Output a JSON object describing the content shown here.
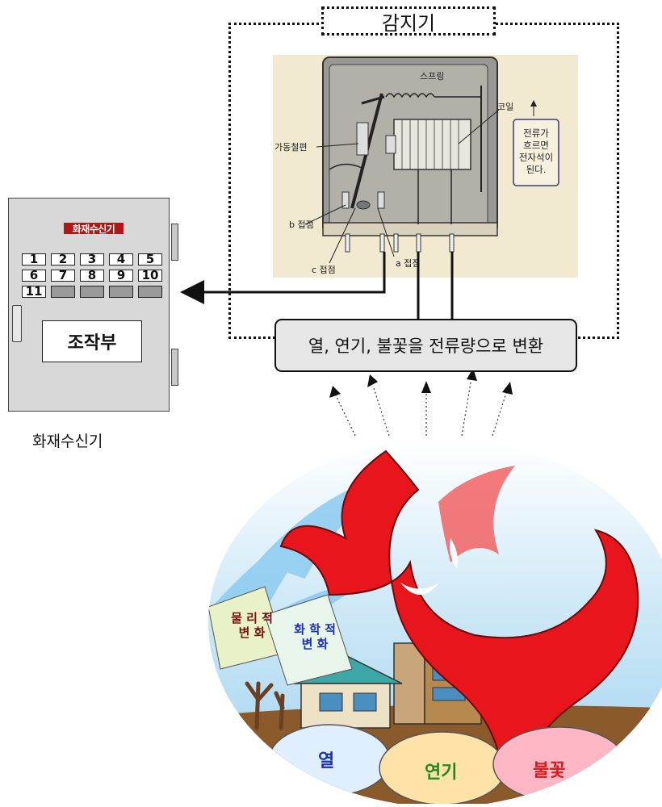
{
  "detector": {
    "title": "감지기",
    "converter_label": "열, 연기, 불꽃을 전류량으로 변환",
    "relay_labels": {
      "spring": "스프링",
      "coil": "코일",
      "movable_iron": "가동철편",
      "contact_b": "b 접점",
      "contact_c": "c 접점",
      "contact_a": "a 접점",
      "note_line1": "전류가",
      "note_line2": "흐르면",
      "note_line3": "전자석이",
      "note_line4": "된다."
    }
  },
  "panel": {
    "title": "화재수신기",
    "zones_row1": [
      "1",
      "2",
      "3",
      "4",
      "5"
    ],
    "zones_row2": [
      "6",
      "7",
      "8",
      "9",
      "10"
    ],
    "zones_row3": [
      "11",
      "",
      "",
      "",
      ""
    ],
    "control_label": "조작부",
    "caption": "화재수신기"
  },
  "fire_scene": {
    "physical_change_line1": "물 리 적",
    "physical_change_line2": "변 화",
    "chemical_change_line1": "화 학 적",
    "chemical_change_line2": "변 화",
    "cloud_heat": "열",
    "cloud_smoke": "연기",
    "cloud_flame": "불꽃",
    "colors": {
      "flame": "#e8161c",
      "heat_text": "#1a2fb8",
      "smoke_text": "#1f8a1f",
      "flame_text": "#d81a1a"
    }
  }
}
